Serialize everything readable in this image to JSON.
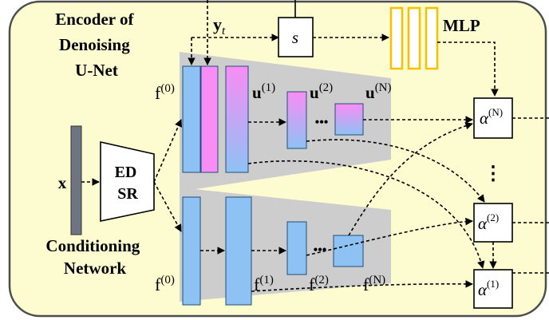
{
  "encoder_title": [
    "Encoder of",
    "Denoising",
    "U-Net"
  ],
  "conditioning_title": [
    "Conditioning",
    "Network"
  ],
  "inputs": {
    "y_main": "y",
    "y_sub": "t",
    "x": "x"
  },
  "s_label": "s",
  "mlp_label": "MLP",
  "edsr_label": [
    "ED",
    "SR"
  ],
  "unet_labels": {
    "f0": "f",
    "f0_sup": "(0)",
    "u1": "u",
    "u1_sup": "(1)",
    "u2": "u",
    "u2_sup": "(2)",
    "uN": "u",
    "uN_sup": "(N)"
  },
  "cond_labels": {
    "f0": "f",
    "f0_sup": "(0)",
    "f1": "f",
    "f1_sup": "(1)",
    "f2": "f",
    "f2_sup": "(2)",
    "fN": "f",
    "fN_sup": "(N)"
  },
  "alpha_boxes": {
    "symbol": "α",
    "top_sup": "(N)",
    "mid_sup": "(2)",
    "bot_sup": "(1)"
  },
  "dots": {
    "horizontal": "•••",
    "vertical": "⋮"
  },
  "colors": {
    "panel_bg": "#fdfbd0",
    "panel_border": "#4d4d4d",
    "block_blue": "#8ec2f4",
    "block_pink": "#f98cf5",
    "funnel_gray": "#cdcdcd",
    "x_bar": "#6e7580",
    "mlp_orange": "#f5c100"
  }
}
